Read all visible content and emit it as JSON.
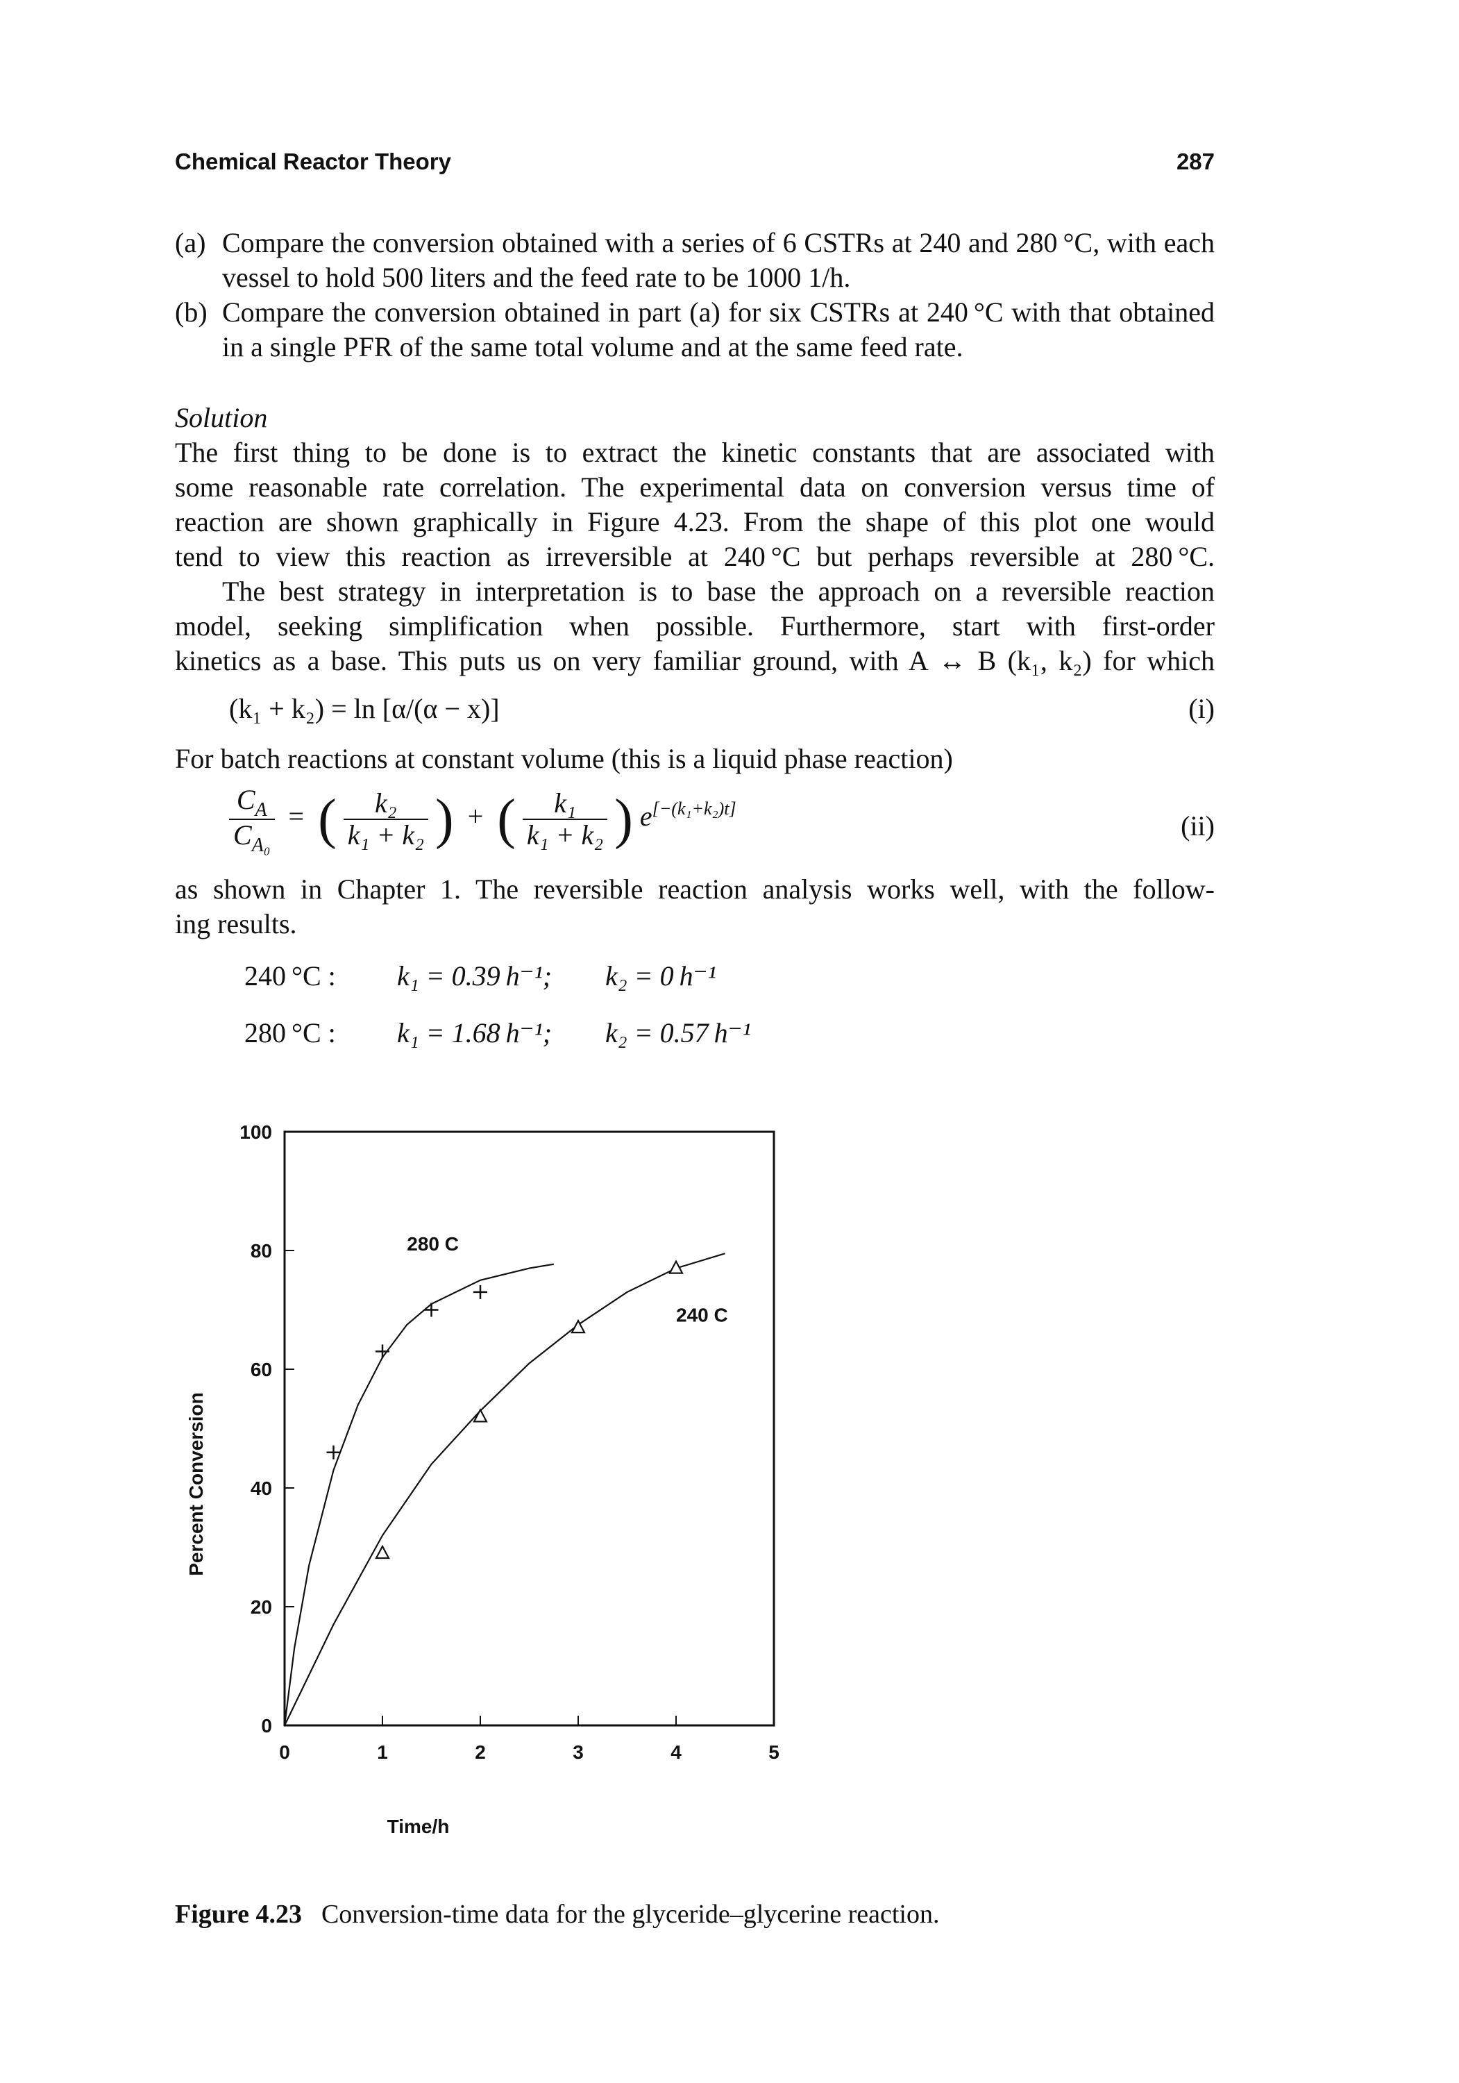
{
  "running_head": {
    "title": "Chemical Reactor Theory",
    "page_number": "287"
  },
  "problem_parts": [
    {
      "marker": "(a)",
      "text": "Compare the conversion obtained with a series of 6 CSTRs at 240 and 280 °C, with each vessel to hold 500 liters and the feed rate to be 1000 1/h."
    },
    {
      "marker": "(b)",
      "text": "Compare the conversion obtained in part (a) for six CSTRs at 240 °C with that obtained in a single PFR of the same total volume and at the same feed rate."
    }
  ],
  "solution_heading": "Solution",
  "para1": [
    "The first thing to be done is to extract the kinetic constants that are associated with",
    "some reasonable rate correlation. The experimental data on conversion versus time of",
    "reaction are shown graphically in Figure 4.23. From the shape of this plot one would",
    "tend to view this reaction as irreversible at 240 °C but perhaps reversible at 280 °C."
  ],
  "para2": [
    "The best strategy in interpretation is to base the approach on a reversible reaction",
    "model, seeking simplification when possible. Furthermore, start with first-order",
    "kinetics as a base. This puts us on very familiar ground, with A ↔ B (k₁, k₂) for which"
  ],
  "eq1": {
    "lhs": "(k₁ + k₂) = ln [α/(α − x)]",
    "tag": "(i)"
  },
  "batch_intro": "For batch reactions at constant volume (this is a liquid phase reaction)",
  "eq2": {
    "lhs_num": "C",
    "lhs_num_sub": "A",
    "lhs_den": "C",
    "lhs_den_sub": "A₀",
    "frac1_num": "k₂",
    "frac1_den": "k₁ + k₂",
    "frac2_num": "k₁",
    "frac2_den": "k₁ + k₂",
    "exp": "[−(k₁+k₂)t]",
    "tag": "(ii)"
  },
  "para3": [
    "as shown in Chapter 1. The reversible reaction analysis works well, with the follow-",
    "ing results."
  ],
  "results": [
    {
      "temp": "240 °C :",
      "k1": "k₁ = 0.39 h⁻¹;",
      "k2": "k₂ = 0 h⁻¹"
    },
    {
      "temp": "280 °C :",
      "k1": "k₁ = 1.68 h⁻¹;",
      "k2": "k₂ = 0.57 h⁻¹"
    }
  ],
  "chart_data": {
    "type": "scatter",
    "xlabel": "Time/h",
    "ylabel": "Percent Conversion",
    "xlim": [
      0,
      5
    ],
    "ylim": [
      0,
      100
    ],
    "x_ticks": [
      "0",
      "1",
      "2",
      "3",
      "4",
      "5"
    ],
    "y_ticks": [
      "0",
      "20",
      "40",
      "60",
      "80",
      "100"
    ],
    "grid": false,
    "series": [
      {
        "name": "280 C",
        "marker": "+",
        "points": [
          [
            0,
            0
          ],
          [
            0.5,
            46
          ],
          [
            1,
            63
          ],
          [
            1.5,
            70
          ],
          [
            2,
            73
          ]
        ],
        "curve": [
          [
            0,
            0
          ],
          [
            0.1,
            13
          ],
          [
            0.25,
            27
          ],
          [
            0.5,
            43
          ],
          [
            0.75,
            54
          ],
          [
            1,
            62
          ],
          [
            1.25,
            67.5
          ],
          [
            1.5,
            71
          ],
          [
            2,
            75
          ],
          [
            2.5,
            77
          ],
          [
            2.75,
            77.7
          ]
        ]
      },
      {
        "name": "240 C",
        "marker": "triangle",
        "points": [
          [
            0,
            0
          ],
          [
            1,
            29
          ],
          [
            2,
            52
          ],
          [
            3,
            67
          ],
          [
            4,
            77
          ]
        ],
        "curve": [
          [
            0,
            0
          ],
          [
            0.5,
            17
          ],
          [
            1,
            32
          ],
          [
            1.5,
            44
          ],
          [
            2,
            53
          ],
          [
            2.5,
            61
          ],
          [
            3,
            67.5
          ],
          [
            3.5,
            73
          ],
          [
            4,
            77
          ],
          [
            4.5,
            79.5
          ]
        ]
      }
    ]
  },
  "figure_caption": {
    "label": "Figure 4.23",
    "text": "Conversion-time data for the glyceride–glycerine reaction."
  }
}
